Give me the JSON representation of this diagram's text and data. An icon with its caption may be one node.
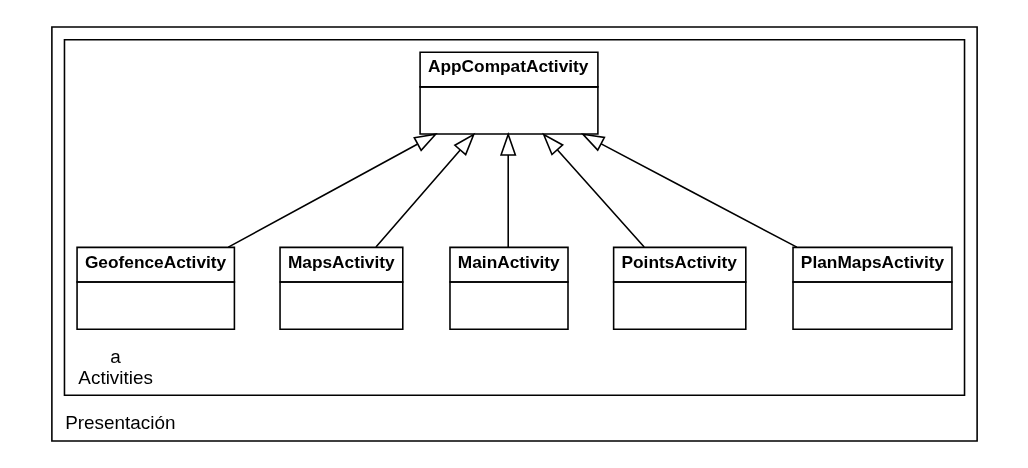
{
  "diagram": {
    "nodes": [
      {
        "text": [
          "Presentación"
        ]
      },
      {
        "text": [
          "a",
          "Activities"
        ],
        "in": 0
      },
      {
        "text": [
          "AppCompatActivity"
        ],
        "in": 1
      },
      {
        "text": [
          "PlanMapsActivity"
        ],
        "in": 1
      },
      {
        "text": [
          "PointsActivity"
        ],
        "in": 1
      },
      {
        "text": [
          "MainActivity"
        ],
        "in": 1
      },
      {
        "text": [
          "MapsActivity"
        ],
        "in": 1
      },
      {
        "text": [
          "GeofenceActivity"
        ],
        "in": 1
      }
    ],
    "edges": [
      {
        "from": 3,
        "to": 2,
        "arrow": "to"
      },
      {
        "from": 4,
        "to": 2,
        "arrow": "to"
      },
      {
        "from": 5,
        "to": 2,
        "arrow": "to"
      },
      {
        "from": 6,
        "to": 2,
        "arrow": "to"
      },
      {
        "from": 7,
        "to": 2,
        "arrow": "to"
      }
    ]
  }
}
